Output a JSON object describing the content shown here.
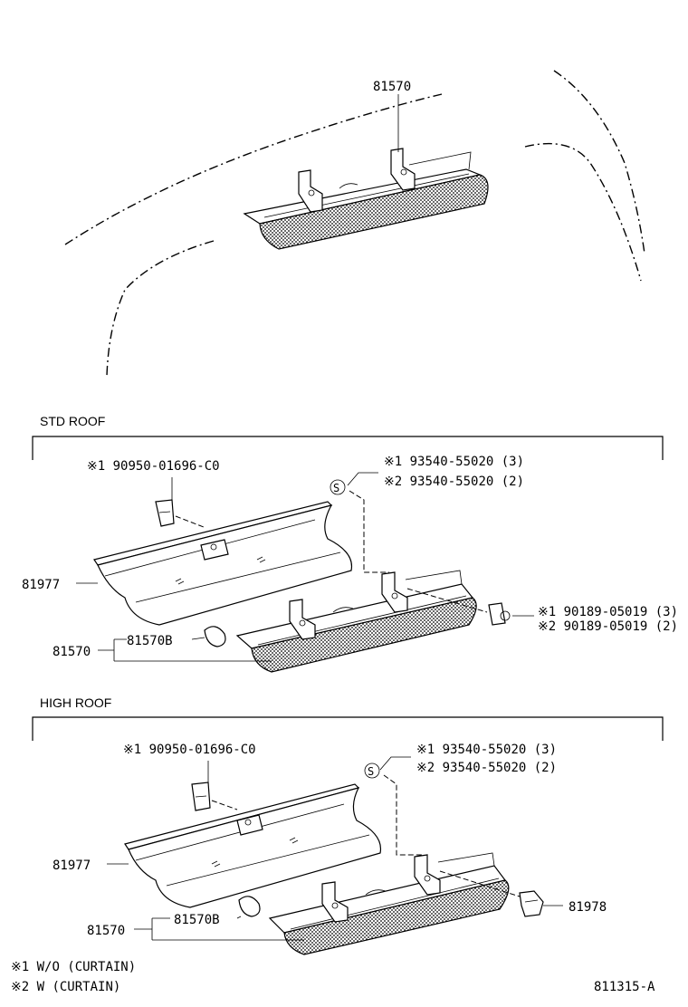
{
  "top": {
    "part_label": "81570"
  },
  "std_roof": {
    "title": "STD ROOF",
    "clip_label": "※1 90950-01696-C0",
    "screw_label_1": "※1  93540-55020 (3)",
    "screw_label_2": "※2  93540-55020 (2)",
    "screw_symbol": "S",
    "cover_label": "81977",
    "assembly_label": "81570",
    "bulb_label": "81570B",
    "nut_label_1": "※1  90189-05019 (3)",
    "nut_label_2": "※2  90189-05019 (2)"
  },
  "high_roof": {
    "title": "HIGH ROOF",
    "clip_label": "※1 90950-01696-C0",
    "screw_label_1": "※1   93540-55020 (3)",
    "screw_label_2": "※2   93540-55020 (2)",
    "screw_symbol": "S",
    "cover_label": "81977",
    "assembly_label": "81570",
    "bulb_label": "81570B",
    "bracket_label": "81978"
  },
  "footnotes": {
    "note_1": "※1 W/O (CURTAIN)",
    "note_2": "※2    W (CURTAIN)"
  },
  "figure_code": "811315-A"
}
